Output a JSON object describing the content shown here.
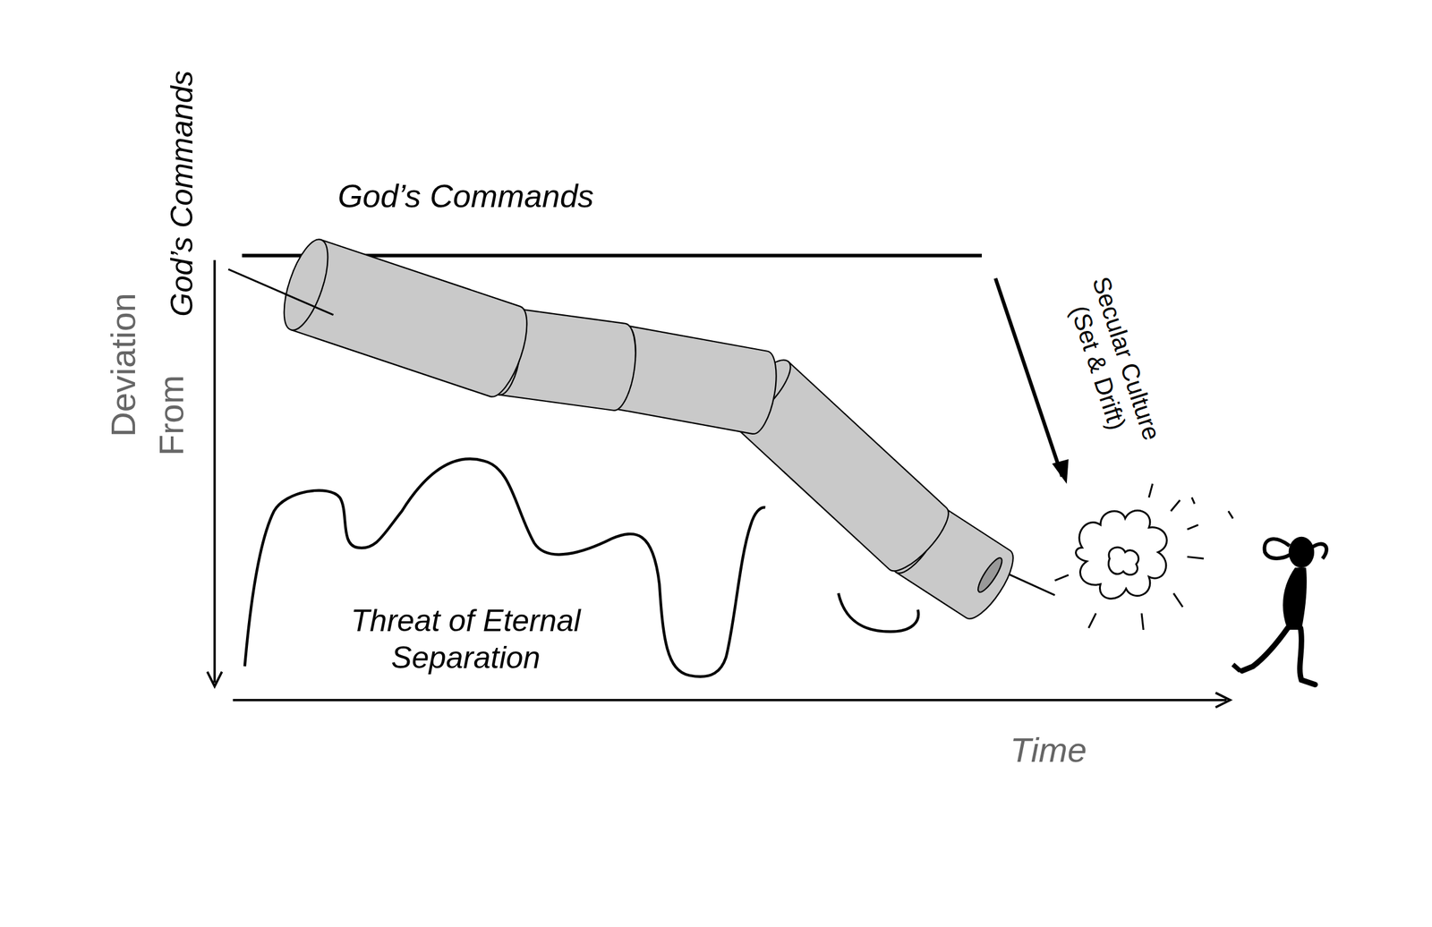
{
  "diagram": {
    "labels": [
      "God’s Commands",
      "Deviation",
      "From",
      "God’s Commands",
      "Secular Culture (Set & Drift)",
      "Threat of Eternal Separation",
      "Time"
    ]
  }
}
